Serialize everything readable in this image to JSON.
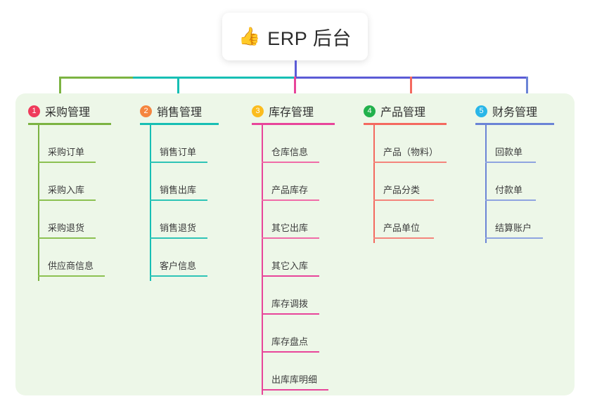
{
  "page": {
    "background": "#ffffff",
    "panel_background": "#edf7e8"
  },
  "root": {
    "emoji": "👍",
    "emoji_name": "thumbs-up-icon",
    "title": "ERP 后台"
  },
  "connector": {
    "stem_color": "#5b5bd6",
    "segments": [
      {
        "name": "bus-green",
        "color": "#7cb342"
      },
      {
        "name": "bus-teal",
        "color": "#17bfb4"
      },
      {
        "name": "bus-blue",
        "color": "#5b5bd6"
      }
    ]
  },
  "columns": [
    {
      "index": "1",
      "title": "采购管理",
      "badge_color": "#ef3b5b",
      "line_color": "#7cb342",
      "rule_width": 118,
      "drop_color": "#7cb342",
      "items": [
        {
          "label": "采购订单",
          "rule_width": 82
        },
        {
          "label": "采购入库",
          "rule_width": 82
        },
        {
          "label": "采购退货",
          "rule_width": 82
        },
        {
          "label": "供应商信息",
          "rule_width": 95
        }
      ]
    },
    {
      "index": "2",
      "title": "销售管理",
      "badge_color": "#f5853f",
      "line_color": "#17bfb4",
      "rule_width": 112,
      "drop_color": "#17bfb4",
      "items": [
        {
          "label": "销售订单",
          "rule_width": 82
        },
        {
          "label": "销售出库",
          "rule_width": 82
        },
        {
          "label": "销售退货",
          "rule_width": 82
        },
        {
          "label": "客户信息",
          "rule_width": 82
        }
      ]
    },
    {
      "index": "3",
      "title": "库存管理",
      "badge_color": "#fbbc1e",
      "line_color": "#e8459a",
      "rule_width": 118,
      "drop_color": "#e8459a",
      "items": [
        {
          "label": "仓库信息",
          "rule_width": 82
        },
        {
          "label": "产品库存",
          "rule_width": 82
        },
        {
          "label": "其它出库",
          "rule_width": 82
        },
        {
          "label": "其它入库",
          "rule_width": 82
        },
        {
          "label": "库存调拨",
          "rule_width": 82
        },
        {
          "label": "库存盘点",
          "rule_width": 82
        },
        {
          "label": "出库库明细",
          "rule_width": 95
        }
      ]
    },
    {
      "index": "4",
      "title": "产品管理",
      "badge_color": "#22b14c",
      "line_color": "#f4695f",
      "rule_width": 118,
      "drop_color": "#f4695f",
      "items": [
        {
          "label": "产品（物料）",
          "rule_width": 104
        },
        {
          "label": "产品分类",
          "rule_width": 86
        },
        {
          "label": "产品单位",
          "rule_width": 86
        }
      ]
    },
    {
      "index": "5",
      "title": "财务管理",
      "badge_color": "#29b6e8",
      "line_color": "#6b84d6",
      "rule_width": 112,
      "drop_color": "#6b84d6",
      "items": [
        {
          "label": "回款单",
          "rule_width": 72
        },
        {
          "label": "付款单",
          "rule_width": 72
        },
        {
          "label": "结算账户",
          "rule_width": 82
        }
      ]
    }
  ]
}
